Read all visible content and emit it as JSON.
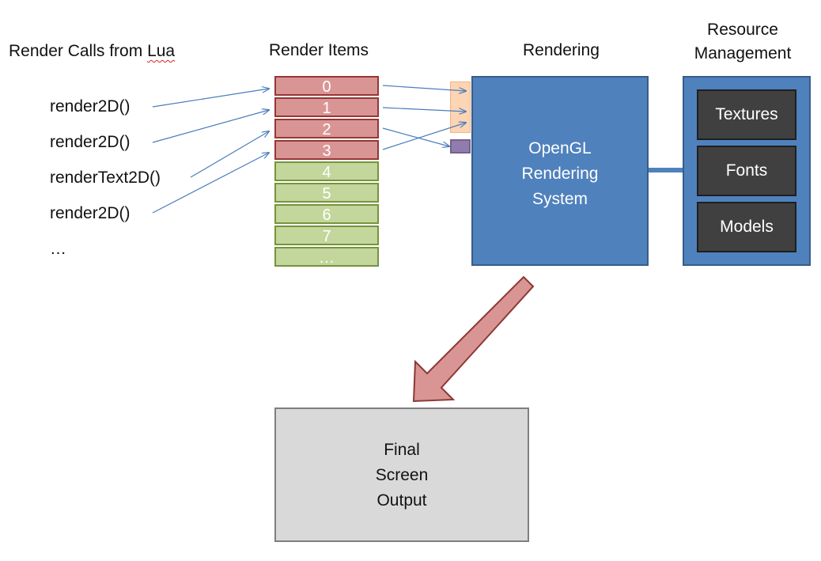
{
  "headings": {
    "render_calls": "Render Calls from Lua",
    "render_items": "Render Items",
    "rendering": "Rendering",
    "resource_management_line1": "Resource",
    "resource_management_line2": "Management"
  },
  "render_calls": [
    "render2D()",
    "render2D()",
    "renderText2D()",
    "render2D()",
    "…"
  ],
  "render_items": {
    "used": [
      "0",
      "1",
      "2",
      "3"
    ],
    "free": [
      "4",
      "5",
      "6",
      "7",
      "…"
    ]
  },
  "rendering_system": {
    "line1": "OpenGL",
    "line2": "Rendering",
    "line3": "System"
  },
  "resources": [
    "Textures",
    "Fonts",
    "Models"
  ],
  "output": {
    "line1": "Final",
    "line2": "Screen",
    "line3": "Output"
  },
  "colors": {
    "used_item_fill": "#d99594",
    "free_item_fill": "#c3d69b",
    "system_fill": "#4f81bd",
    "resource_item_fill": "#404040",
    "output_fill": "#d9d9d9",
    "connector_blue": "#4a7ebb",
    "big_arrow_fill": "#d99594"
  }
}
